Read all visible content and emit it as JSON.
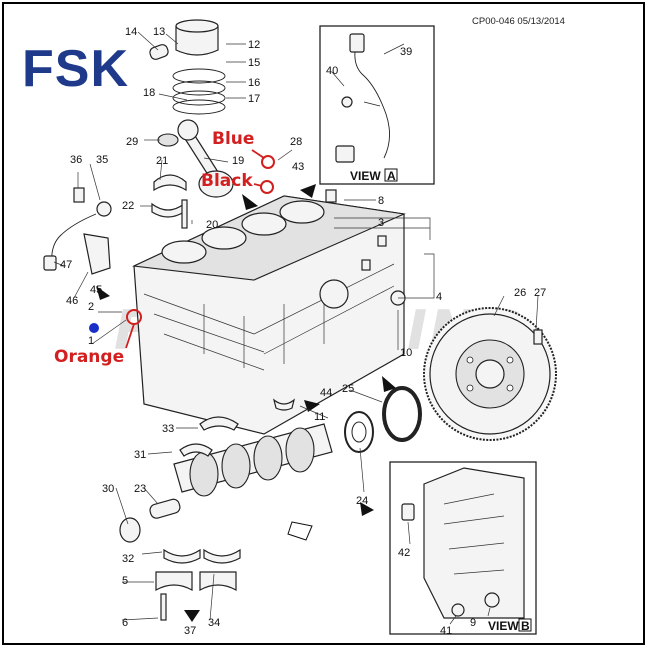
{
  "brand": {
    "logo_text": "FSK",
    "watermark_text": "FSKBEARING",
    "color": "#1f3a8a"
  },
  "drawing_code": "CP00-046 05/13/2014",
  "views": {
    "a": "VIEW",
    "a_letter": "A",
    "b": "VIEW",
    "b_letter": "B"
  },
  "annotations": {
    "blue": "Blue",
    "black": "Black",
    "orange": "Orange",
    "red_color": "#d21f1f",
    "blue_dot_color": "#1a2fc9"
  },
  "callouts": [
    "1",
    "2",
    "3",
    "4",
    "5",
    "6",
    "8",
    "9",
    "10",
    "11",
    "12",
    "13",
    "14",
    "15",
    "16",
    "17",
    "18",
    "19",
    "20",
    "21",
    "22",
    "23",
    "24",
    "25",
    "26",
    "27",
    "28",
    "29",
    "30",
    "31",
    "32",
    "33",
    "34",
    "35",
    "36",
    "37",
    "39",
    "40",
    "41",
    "42",
    "43",
    "44",
    "45",
    "46",
    "47"
  ]
}
